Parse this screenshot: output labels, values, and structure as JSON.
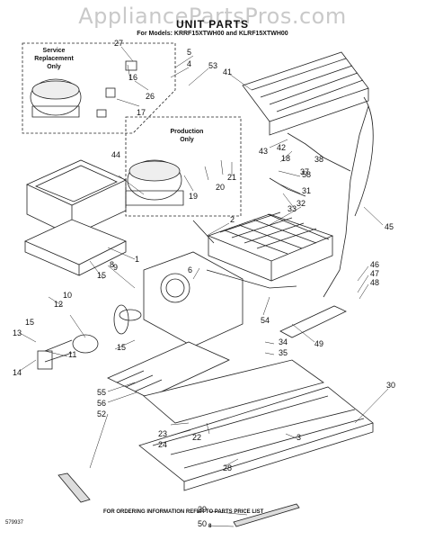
{
  "watermark": "AppliancePartsPros.com",
  "header": {
    "title": "UNIT PARTS",
    "models": "For Models: KRRF15XTWH00 and KLRF15XTWH00"
  },
  "service_box": {
    "line1": "Service Replacement",
    "line2": "Only"
  },
  "production_box": {
    "line1": "Production",
    "line2": "Only"
  },
  "callouts": [
    "27",
    "5",
    "4",
    "53",
    "41",
    "16",
    "26",
    "17",
    "44",
    "1",
    "42",
    "43",
    "18",
    "20",
    "21",
    "37",
    "38",
    "19",
    "58",
    "31",
    "32",
    "33",
    "45",
    "2",
    "15",
    "8",
    "6",
    "46",
    "47",
    "48",
    "10",
    "12",
    "54",
    "15",
    "9",
    "49",
    "13",
    "14",
    "11",
    "15",
    "34",
    "35",
    "55",
    "56",
    "52",
    "30",
    "23",
    "24",
    "22",
    "3",
    "28",
    "29",
    "50"
  ],
  "footer": {
    "left": "579937",
    "center": "FOR ORDERING INFORMATION REFER TO PARTS PRICE LIST",
    "page": "8"
  }
}
